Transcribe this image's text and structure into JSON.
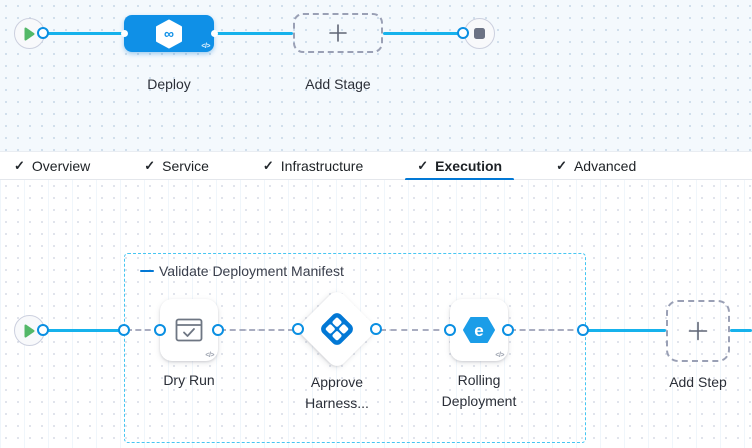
{
  "colors": {
    "accent_blue": "#0278d5",
    "stage_node_blue": "#0f90e7",
    "connector_cyan": "#16b2ec",
    "group_border_cyan": "#46c6f2",
    "play_green": "#53b868",
    "stop_gray": "#6b7284"
  },
  "stage_pipeline": {
    "stage_label": "Deploy",
    "add_stage_label": "Add Stage",
    "code_toggle": "</>"
  },
  "tabs": [
    {
      "label": "Overview",
      "check": "✓",
      "active": false
    },
    {
      "label": "Service",
      "check": "✓",
      "active": false
    },
    {
      "label": "Infrastructure",
      "check": "✓",
      "active": false
    },
    {
      "label": "Execution",
      "check": "✓",
      "active": true
    },
    {
      "label": "Advanced",
      "check": "✓",
      "active": false
    }
  ],
  "execution": {
    "step_group_title": "Validate Deployment Manifest",
    "steps": [
      {
        "label": "Dry Run"
      },
      {
        "label": "Approve Harness..."
      },
      {
        "label": "Rolling Deployment"
      }
    ],
    "add_step_label": "Add Step",
    "code_toggle": "</>"
  }
}
